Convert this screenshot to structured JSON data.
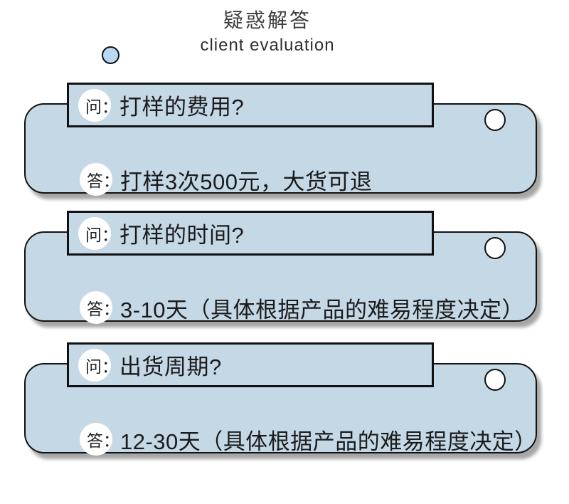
{
  "header": {
    "title": "疑惑解答",
    "subtitle": "client evaluation"
  },
  "cards": [
    {
      "q_badge": "问：",
      "question": "打样的费用?",
      "a_badge": "答：",
      "answer": "打样3次500元，大货可退"
    },
    {
      "q_badge": "问：",
      "question": "打样的时间?",
      "a_badge": "答：",
      "answer": "3-10天（具体根据产品的难易程度决定）"
    },
    {
      "q_badge": "问：",
      "question": "出货周期?",
      "a_badge": "答：",
      "answer": "12-30天（具体根据产品的难易程度决定）"
    }
  ],
  "colors": {
    "card_fill": "#c4d8e6",
    "dot_fill": "#b9d8f6",
    "border": "#111111",
    "text": "#1b1b1b",
    "title": "#3d3d3d"
  }
}
